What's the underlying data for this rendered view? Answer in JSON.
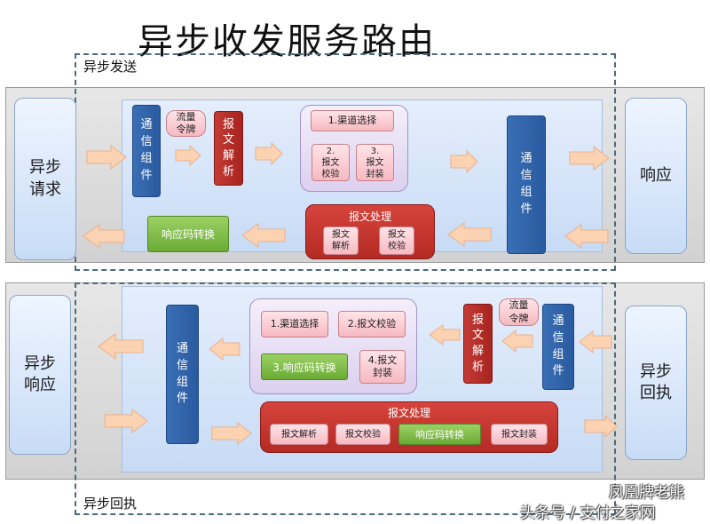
{
  "title": "异步收发服务路由",
  "sections": {
    "send_label": "异步发送",
    "receipt_label": "异步回执"
  },
  "top": {
    "request": "异步\n请求",
    "response": "响应",
    "comm_left": "通\n信\n组\n件",
    "comm_right": "通\n信\n组\n件",
    "flow_token": "流量\n令牌",
    "parse": "报\n文\n解\n析",
    "route": "1.渠道选择",
    "validate": "2.\n报文\n校验",
    "wrap": "3.\n报文\n封装",
    "code_convert": "响应码转换",
    "process_title": "报文处理",
    "process_parse": "报文\n解析",
    "process_validate": "报文\n校验"
  },
  "bottom": {
    "response": "异步\n响应",
    "receipt": "异步\n回执",
    "comm_left": "通\n信\n组\n件",
    "comm_right": "通\n信\n组\n件",
    "flow_token": "流量\n令牌",
    "parse": "报\n文\n解\n析",
    "route": "1.渠道选择",
    "validate": "2.报文校验",
    "code_convert": "3.响应码转换",
    "wrap": "4.报文\n封装",
    "process_title": "报文处理",
    "process_parse": "报文解析",
    "process_validate": "报文校验",
    "process_code": "响应码转换",
    "process_wrap": "报文封装"
  },
  "watermark": {
    "brand": "凤凰牌老熊",
    "source": "头条号 / 支付之家网"
  }
}
